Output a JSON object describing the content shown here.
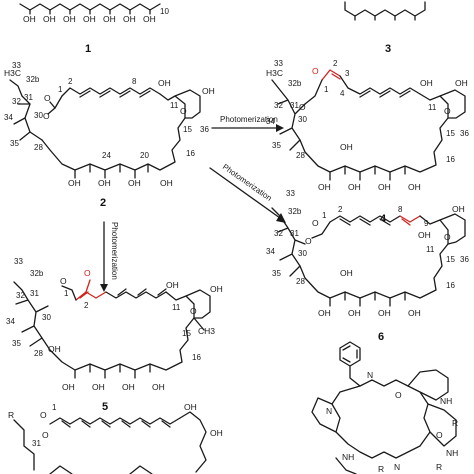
{
  "compounds": {
    "c1": "1",
    "c2": "2",
    "c3": "3",
    "c4": "4",
    "c5": "5",
    "c6": "6"
  },
  "reactions": {
    "r1": "Photomerization",
    "r2": "Photomerization",
    "r3": "Photomerization"
  },
  "atoms": {
    "OH": "OH",
    "O": "O",
    "H3C": "H3C",
    "CH3": "CH3",
    "R": "R",
    "R1": "R",
    "R2": "R",
    "R3": "R",
    "N": "N",
    "NH": "NH"
  },
  "locants": {
    "n1": "1",
    "n2": "2",
    "n3": "3",
    "n4": "4",
    "n8": "8",
    "n9": "9",
    "n10": "10",
    "n11": "11",
    "n15": "15",
    "n16": "16",
    "n20": "20",
    "n24": "24",
    "n28": "28",
    "n30": "30",
    "n31": "31",
    "n32": "32",
    "n32b": "32b",
    "n33": "33",
    "n34": "34",
    "n35": "35",
    "n36": "36"
  },
  "colors": {
    "bond": "#1a1a1a",
    "highlight": "#d0221c"
  }
}
